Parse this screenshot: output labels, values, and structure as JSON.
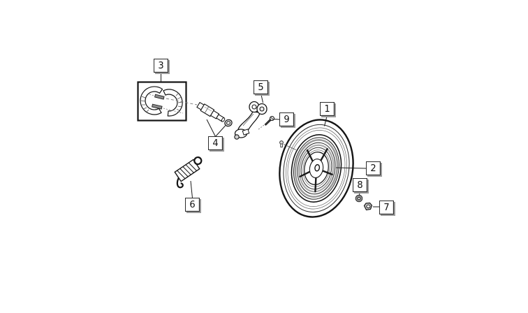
{
  "diagram": {
    "type": "exploded-parts-diagram",
    "subject": "rear wheel assembly",
    "background_color": "#ffffff",
    "line_color": "#1a1a1a",
    "accent_gray": "#9c9c9c",
    "callouts": [
      {
        "label": "1"
      },
      {
        "label": "2"
      },
      {
        "label": "3"
      },
      {
        "label": "4"
      },
      {
        "label": "5"
      },
      {
        "label": "6"
      },
      {
        "label": "7"
      },
      {
        "label": "8"
      },
      {
        "label": "9"
      }
    ]
  }
}
